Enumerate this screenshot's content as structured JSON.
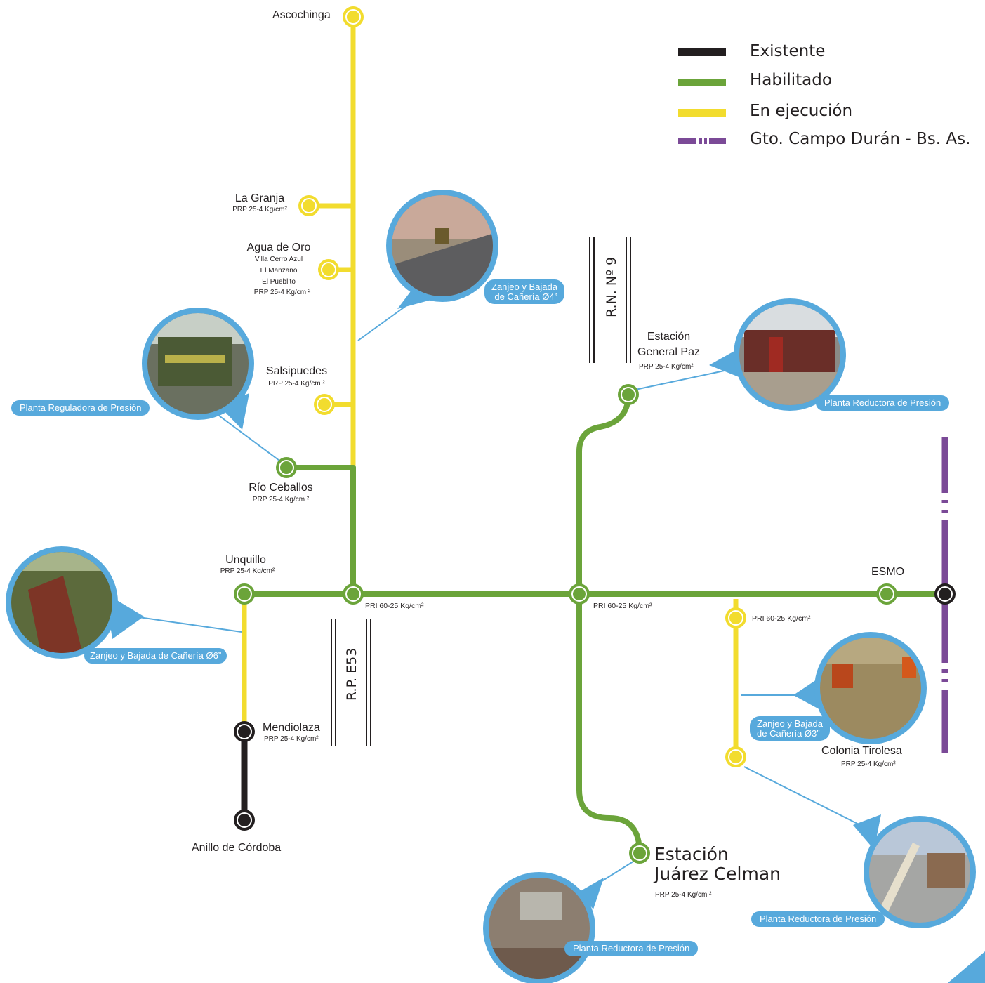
{
  "legend": {
    "items": [
      {
        "label": "Existente",
        "color": "#231f20"
      },
      {
        "label": "Habilitado",
        "color": "#6ba43a"
      },
      {
        "label": "En ejecución",
        "color": "#f2dc2e"
      },
      {
        "label": "Gto. Campo Durán - Bs. As.",
        "color": "#7b4a97"
      }
    ]
  },
  "stations": {
    "ascochinga": "Ascochinga",
    "la_granja": "La Granja",
    "la_granja_prp": "PRP 25-4 Kg/cm²",
    "agua_de_oro": "Agua de Oro",
    "villa_cerro_azul": "Villa Cerro Azul",
    "el_manzano": "El Manzano",
    "el_pueblito": "El Pueblito",
    "agua_de_oro_prp": "PRP 25-4 Kg/cm ²",
    "salsipuedes": "Salsipuedes",
    "salsipuedes_prp": "PRP 25-4 Kg/cm ²",
    "rio_ceballos": "Río Ceballos",
    "rio_ceballos_prp": "PRP 25-4 Kg/cm ²",
    "unquillo": "Unquillo",
    "unquillo_prp": "PRP 25-4 Kg/cm²",
    "mendiolaza": "Mendiolaza",
    "mendiolaza_prp": "PRP 25-4 Kg/cm²",
    "anillo_cordoba": "Anillo de Córdoba",
    "general_paz_1": "Estación",
    "general_paz_2": "General Paz",
    "general_paz_prp": "PRP 25-4 Kg/cm²",
    "esmo": "ESMO",
    "colonia_tirolesa": "Colonia Tirolesa",
    "colonia_tirolesa_prp": "PRP 25-4 Kg/cm²",
    "juarez_celman_1": "Estación",
    "juarez_celman_2": "Juárez Celman",
    "juarez_celman_prp": "PRP 25-4 Kg/cm ²",
    "pri_1": "PRI 60-25 Kg/cm²",
    "pri_2": "PRI 60-25 Kg/cm²",
    "pri_3": "PRI 60-25 Kg/cm²"
  },
  "roads": {
    "rn9": "R.N.  Nº 9",
    "rpe53": "R.P.   E53"
  },
  "callouts": {
    "zanjeo4_1": "Zanjeo y Bajada",
    "zanjeo4_2": "de Cañería Ø4”",
    "planta_reguladora": "Planta Reguladora de Presión",
    "planta_reductora_gp": "Planta Reductora de Presión",
    "zanjeo6": "Zanjeo y Bajada de Cañería Ø6”",
    "zanjeo3_1": "Zanjeo y Bajada",
    "zanjeo3_2": "de Cañería Ø3”",
    "planta_reductora_jc": "Planta Reductora de Presión",
    "planta_reductora_ct": "Planta Reductora de Presión"
  }
}
